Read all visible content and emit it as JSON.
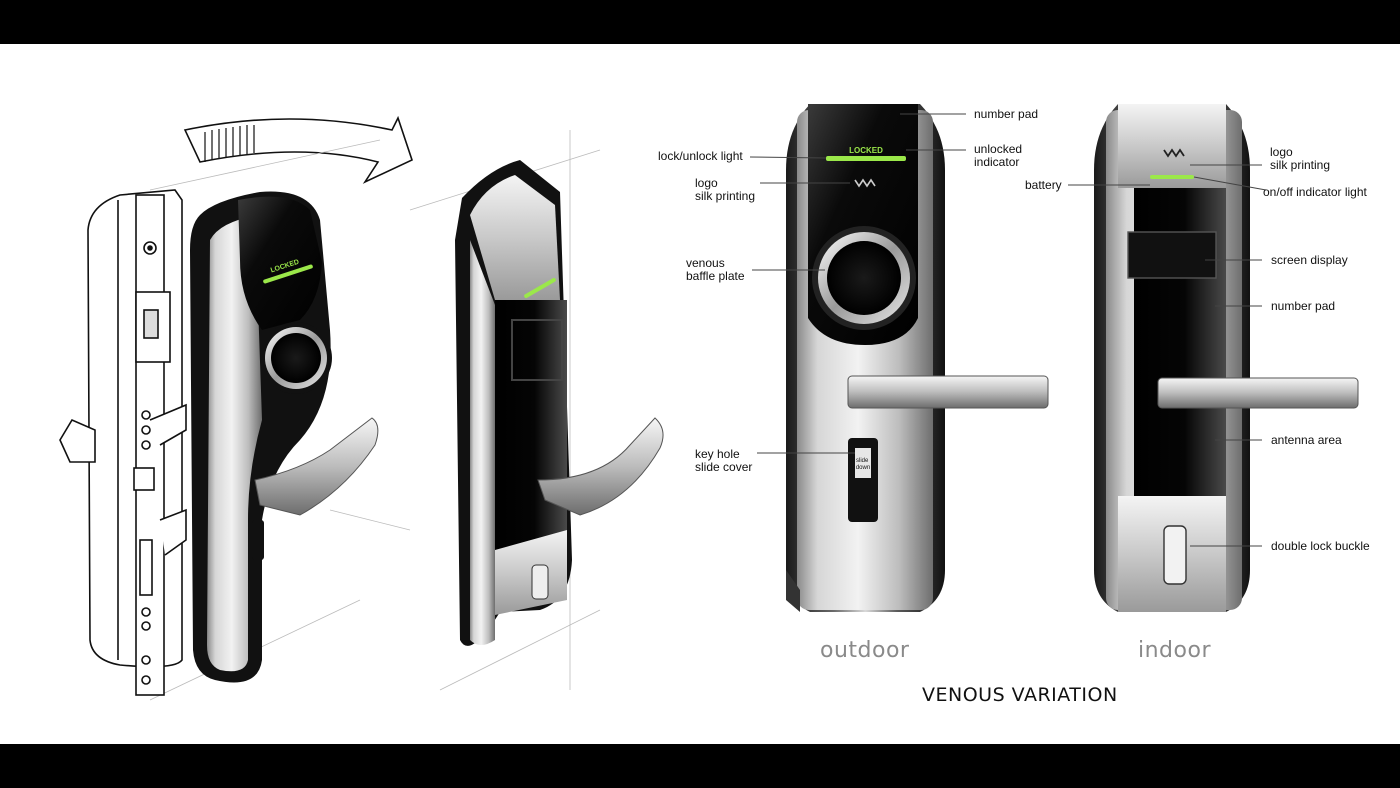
{
  "caption": "VENOUS VARIATION",
  "views": {
    "outdoor_label": "outdoor",
    "indoor_label": "indoor"
  },
  "device_text": {
    "locked_display": "LOCKED",
    "slide_cover_text": "slide\ndown"
  },
  "outdoor_callouts": {
    "number_pad": "number pad",
    "lock_unlock_light": "lock/unlock light",
    "unlocked_indicator": "unlocked\nindicator",
    "logo_silk_printing": "logo\nsilk printing",
    "venous_baffle_plate": "venous\nbaffle plate",
    "key_hole_slide_cover": "key hole\nslide cover"
  },
  "indoor_callouts": {
    "logo_silk_printing": "logo\nsilk printing",
    "battery": "battery",
    "on_off_indicator_light": "on/off indicator light",
    "screen_display": "screen display",
    "number_pad": "number pad",
    "antenna_area": "antenna area",
    "double_lock_buckle": "double lock buckle"
  },
  "colors": {
    "background": "#ffffff",
    "letterbox": "#000000",
    "indicator_green": "#9be84a",
    "metal_light": "#e4e4e4",
    "metal_dark": "#8c8c8c",
    "glass_black": "#0d0d0d"
  }
}
